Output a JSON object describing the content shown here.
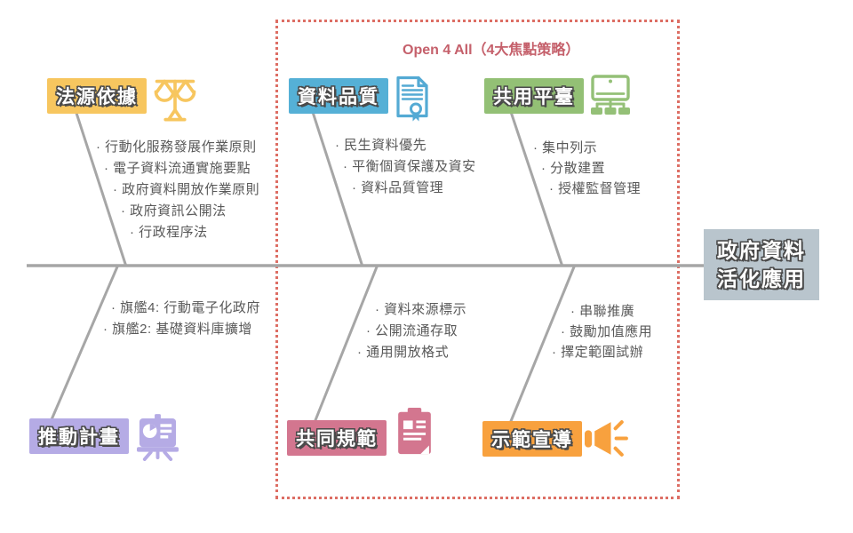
{
  "strategy_box": {
    "title": "Open 4 All（4大焦點策略）",
    "title_color": "#c5606b",
    "border_color": "#dd6e64"
  },
  "head": {
    "title_lines": [
      "政府資料",
      "活化應用"
    ],
    "color": "#b9c5cd"
  },
  "line_color": "#a6a6a6",
  "bullet_text_color": "#595959",
  "sections": [
    {
      "label": "法源依據",
      "color": "#f7c65f",
      "icon": "scales-icon",
      "items": [
        "· 行動化服務發展作業原則",
        "· 電子資料流通實施要點",
        "· 政府資料開放作業原則",
        "· 政府資訊公開法",
        "· 行政程序法"
      ]
    },
    {
      "label": "資料品質",
      "color": "#55b0d6",
      "icon": "certificate-icon",
      "items": [
        "· 民生資料優先",
        "· 平衡個資保護及資安",
        "· 資料品質管理"
      ]
    },
    {
      "label": "共用平臺",
      "color": "#93c075",
      "icon": "network-icon",
      "items": [
        "· 集中列示",
        "· 分散建置",
        "· 授權監督管理"
      ]
    },
    {
      "label": "推動計畫",
      "color": "#b5abe5",
      "icon": "presentation-icon",
      "items": [
        "· 旗艦4: 行動電子化政府",
        "· 旗艦2: 基礎資料庫擴增"
      ]
    },
    {
      "label": "共同規範",
      "color": "#d3768f",
      "icon": "clipboard-icon",
      "items": [
        "· 資料來源標示",
        "· 公開流通存取",
        "· 通用開放格式"
      ]
    },
    {
      "label": "示範宣導",
      "color": "#f8a13e",
      "icon": "megaphone-icon",
      "items": [
        "· 串聯推廣",
        "· 鼓勵加值應用",
        "· 擇定範圍試辦"
      ]
    }
  ]
}
